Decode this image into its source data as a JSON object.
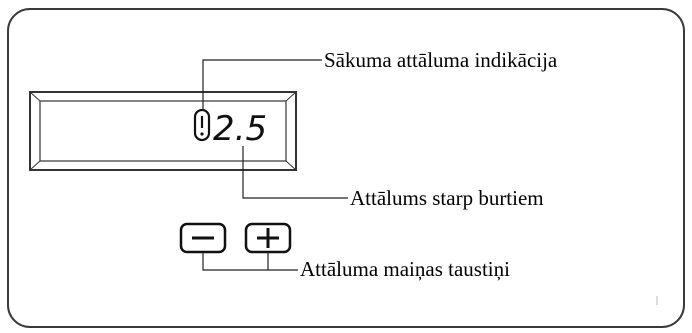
{
  "labels": {
    "start_distance_indication": "Sākuma attāluma indikācija",
    "letter_spacing": "Attālums starp burtiem",
    "distance_change_keys": "Attāluma maiņas taustiņi"
  },
  "display": {
    "value": "2.5",
    "indicator_icon": "start-distance-icon"
  },
  "buttons": {
    "minus_icon": "minus-icon",
    "plus_icon": "plus-icon"
  },
  "colors": {
    "line": "#222222",
    "panel_border": "#3a3a3a"
  }
}
